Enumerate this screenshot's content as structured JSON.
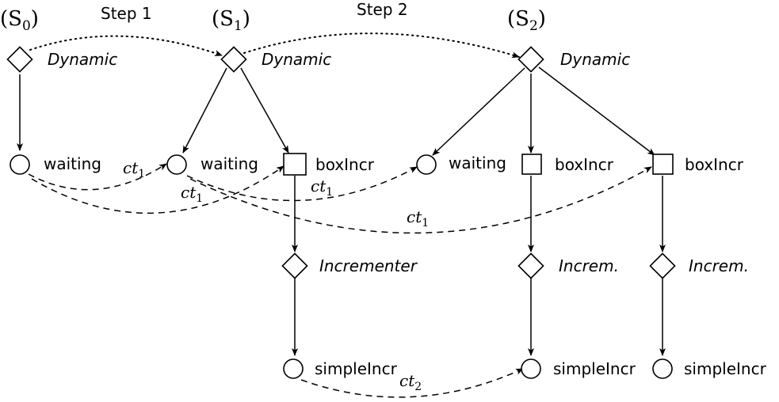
{
  "states": {
    "s0": {
      "base": "(S",
      "sub": "0",
      "close": ")"
    },
    "s1": {
      "base": "(S",
      "sub": "1",
      "close": ")"
    },
    "s2": {
      "base": "(S",
      "sub": "2",
      "close": ")"
    }
  },
  "steps": {
    "step1": "Step 1",
    "step2": "Step 2"
  },
  "node_labels": {
    "dynamic": "Dynamic",
    "waiting": "waiting",
    "boxincr": "boxIncr",
    "incrementer": "Incrementer",
    "increm": "Increm.",
    "simpleincr": "simpleIncr"
  },
  "edge_labels": {
    "ct1": {
      "base": "ct",
      "sub": "1"
    },
    "ct2": {
      "base": "ct",
      "sub": "2"
    }
  }
}
